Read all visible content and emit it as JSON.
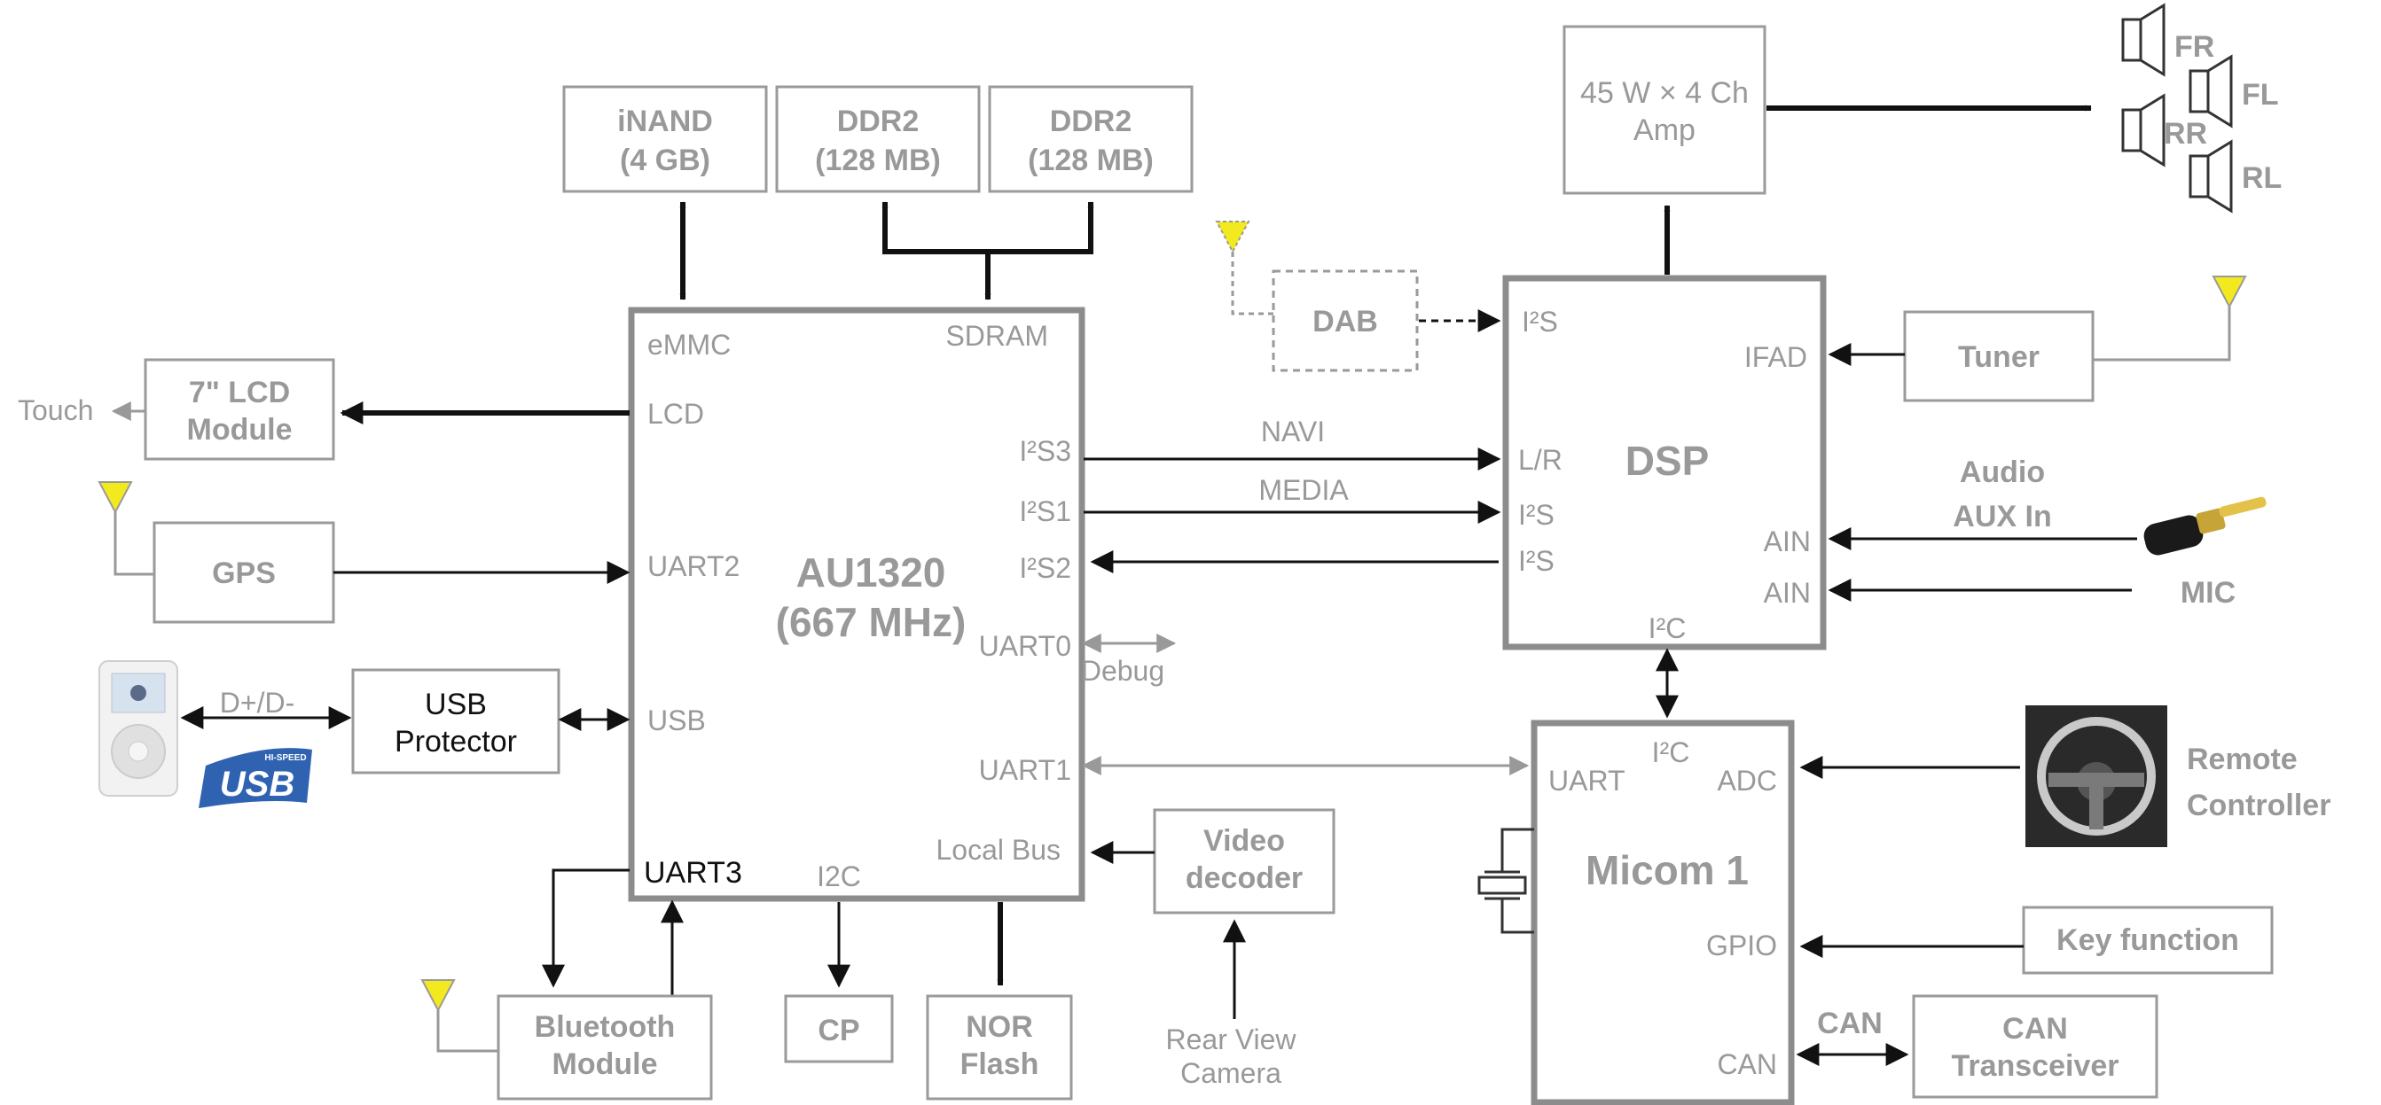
{
  "blocks": {
    "inand": [
      "iNAND",
      "(4 GB)"
    ],
    "ddr2_a": [
      "DDR2",
      "(128 MB)"
    ],
    "ddr2_b": [
      "DDR2",
      "(128 MB)"
    ],
    "lcd": [
      "7\" LCD",
      "Module"
    ],
    "touch": "Touch",
    "gps": "GPS",
    "usb_protector": [
      "USB",
      "Protector"
    ],
    "d_plus_minus": "D+/D-",
    "usb_logo": "USB",
    "usb_logo_small": "HI-SPEED",
    "bluetooth": [
      "Bluetooth",
      "Module"
    ],
    "cp": "CP",
    "nor": [
      "NOR",
      "Flash"
    ],
    "video": [
      "Video",
      "decoder"
    ],
    "rear_camera": [
      "Rear View",
      "Camera"
    ],
    "debug": "Debug",
    "dab": "DAB",
    "amp": [
      "45 W ×  4 Ch",
      "Amp"
    ],
    "tuner": "Tuner",
    "audio": [
      "Audio",
      "AUX In"
    ],
    "mic": "MIC",
    "remote": [
      "Remote",
      "Controller"
    ],
    "key_function": "Key function",
    "can_label": "CAN",
    "can_transceiver": [
      "CAN",
      "Transceiver"
    ],
    "speakers": {
      "fr": "FR",
      "fl": "FL",
      "rr": "RR",
      "rl": "RL"
    }
  },
  "au1320": {
    "title": [
      "AU1320",
      "(667 MHz)"
    ],
    "pins": {
      "emmc": "eMMC",
      "sdram": "SDRAM",
      "lcd": "LCD",
      "i2s3": "I²S3",
      "i2s1": "I²S1",
      "uart2": "UART2",
      "i2s2": "I²S2",
      "uart0": "UART0",
      "usb": "USB",
      "uart1": "UART1",
      "local_bus": "Local  Bus",
      "uart3": "UART3",
      "i2c": "I2C"
    }
  },
  "dsp": {
    "title": "DSP",
    "pins": {
      "i2s_top": "I²S",
      "ifad": "IFAD",
      "lr": "L/R",
      "i2s_mid": "I²S",
      "i2s_low": "I²S",
      "ain1": "AIN",
      "ain2": "AIN",
      "i2c": "I²C"
    }
  },
  "micom": {
    "title": "Micom 1",
    "pins": {
      "uart": "UART",
      "i2c": "I²C",
      "adc": "ADC",
      "gpio": "GPIO",
      "can": "CAN"
    }
  },
  "buses": {
    "navi": "NAVI",
    "media": "MEDIA"
  },
  "colors": {
    "border": "#9a9a9a",
    "label": "#999999",
    "line": "#111111",
    "antenna": "#f2ea1f"
  }
}
